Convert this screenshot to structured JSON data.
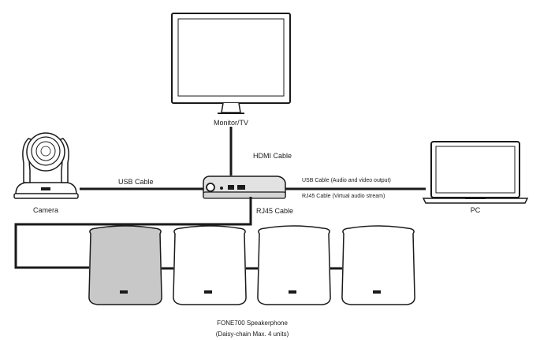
{
  "devices": {
    "monitor_label": "Monitor/TV",
    "camera_label": "Camera",
    "pc_label": "PC",
    "speakerphone_title": "FONE700 Speakerphone",
    "speakerphone_note": "(Daisy-chain Max. 4 units)"
  },
  "cables": {
    "hdmi": "HDMI Cable",
    "usb_camera": "USB Cable",
    "usb_pc": "USB Cable (Audio and video output)",
    "rj45_pc": "RJ45 Cable (Virtual audio stream)",
    "rj45_speaker": "RJ45 Cable"
  },
  "speakerphones": [
    {
      "unit": 1,
      "fill": "#c8c8c8"
    },
    {
      "unit": 2,
      "fill": "#ffffff"
    },
    {
      "unit": 3,
      "fill": "#ffffff"
    },
    {
      "unit": 4,
      "fill": "#ffffff"
    }
  ],
  "colors": {
    "stroke": "#1a1a1a",
    "hub_body": "#e2e2e2",
    "speaker_active": "#c8c8c8"
  }
}
